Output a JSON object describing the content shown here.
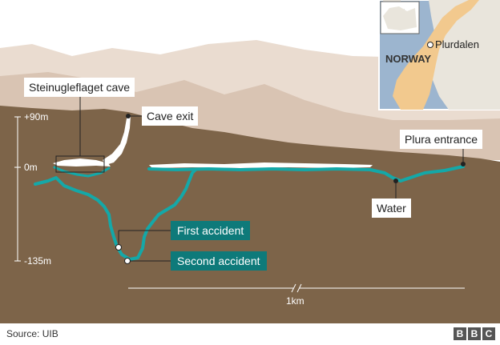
{
  "labels": {
    "cave": "Steinugleflaget cave",
    "exit": "Cave exit",
    "entrance": "Plura entrance",
    "water": "Water",
    "first_accident": "First accident",
    "second_accident": "Second accident"
  },
  "axis": {
    "top": "+90m",
    "zero": "0m",
    "bottom": "-135m"
  },
  "scale": "1km",
  "map": {
    "town": "Plurdalen",
    "country": "NORWAY"
  },
  "footer": {
    "source": "Source: UIB",
    "logo": [
      "B",
      "B",
      "C"
    ]
  },
  "colors": {
    "ground": "#7d6449",
    "cave_passage": "#14a8a8",
    "air_gap": "#ffffff",
    "accident_box": "#0e7a7a",
    "hills": "#d9c4b3",
    "map_land": "#e9e5dc",
    "map_sea": "#9cb5cf",
    "norway": "#f2c98e"
  }
}
